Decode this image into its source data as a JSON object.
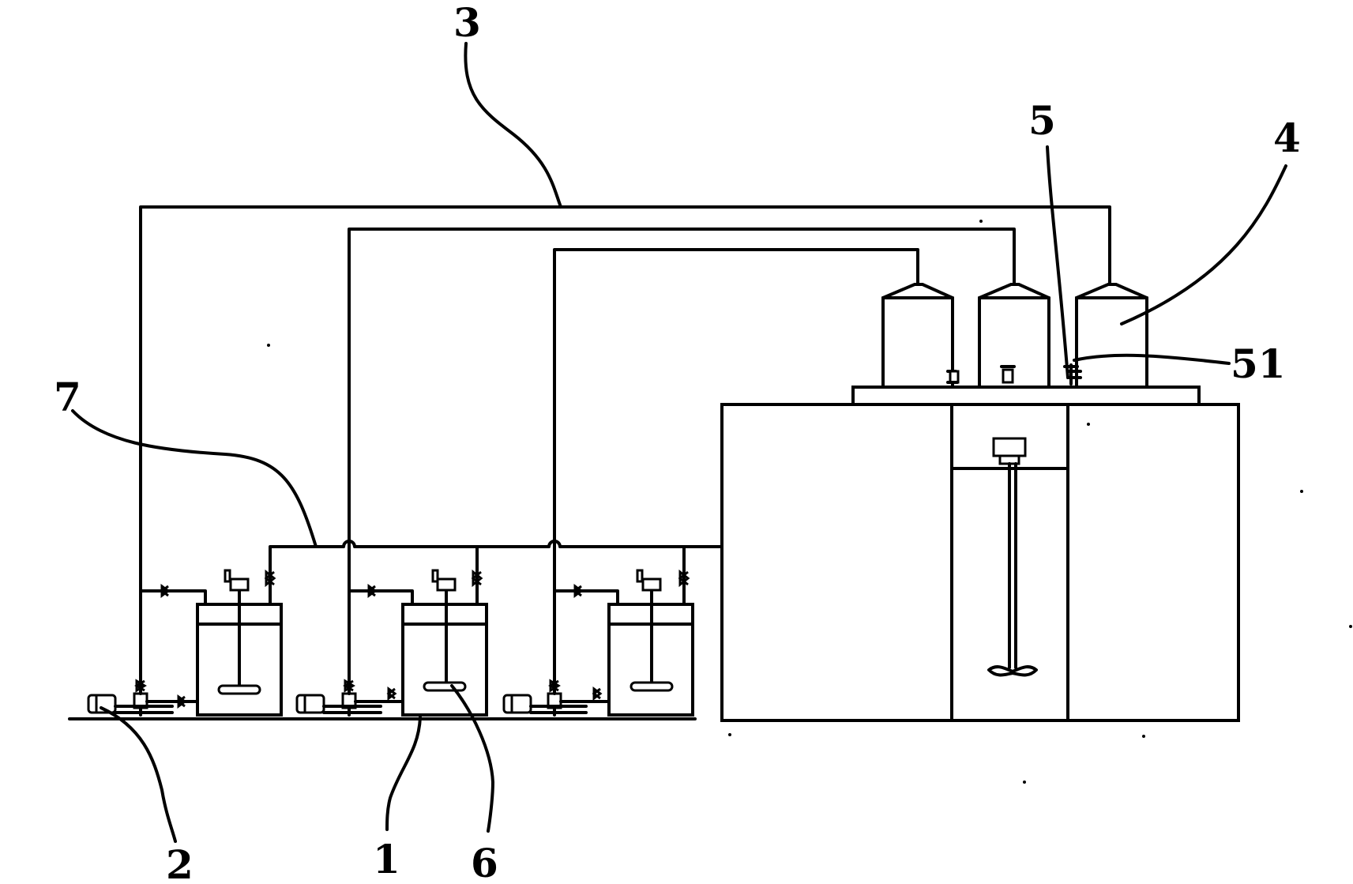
{
  "labels": {
    "l1": "1",
    "l2": "2",
    "l3": "3",
    "l4": "4",
    "l5": "5",
    "l51": "51",
    "l6": "6",
    "l7": "7"
  }
}
